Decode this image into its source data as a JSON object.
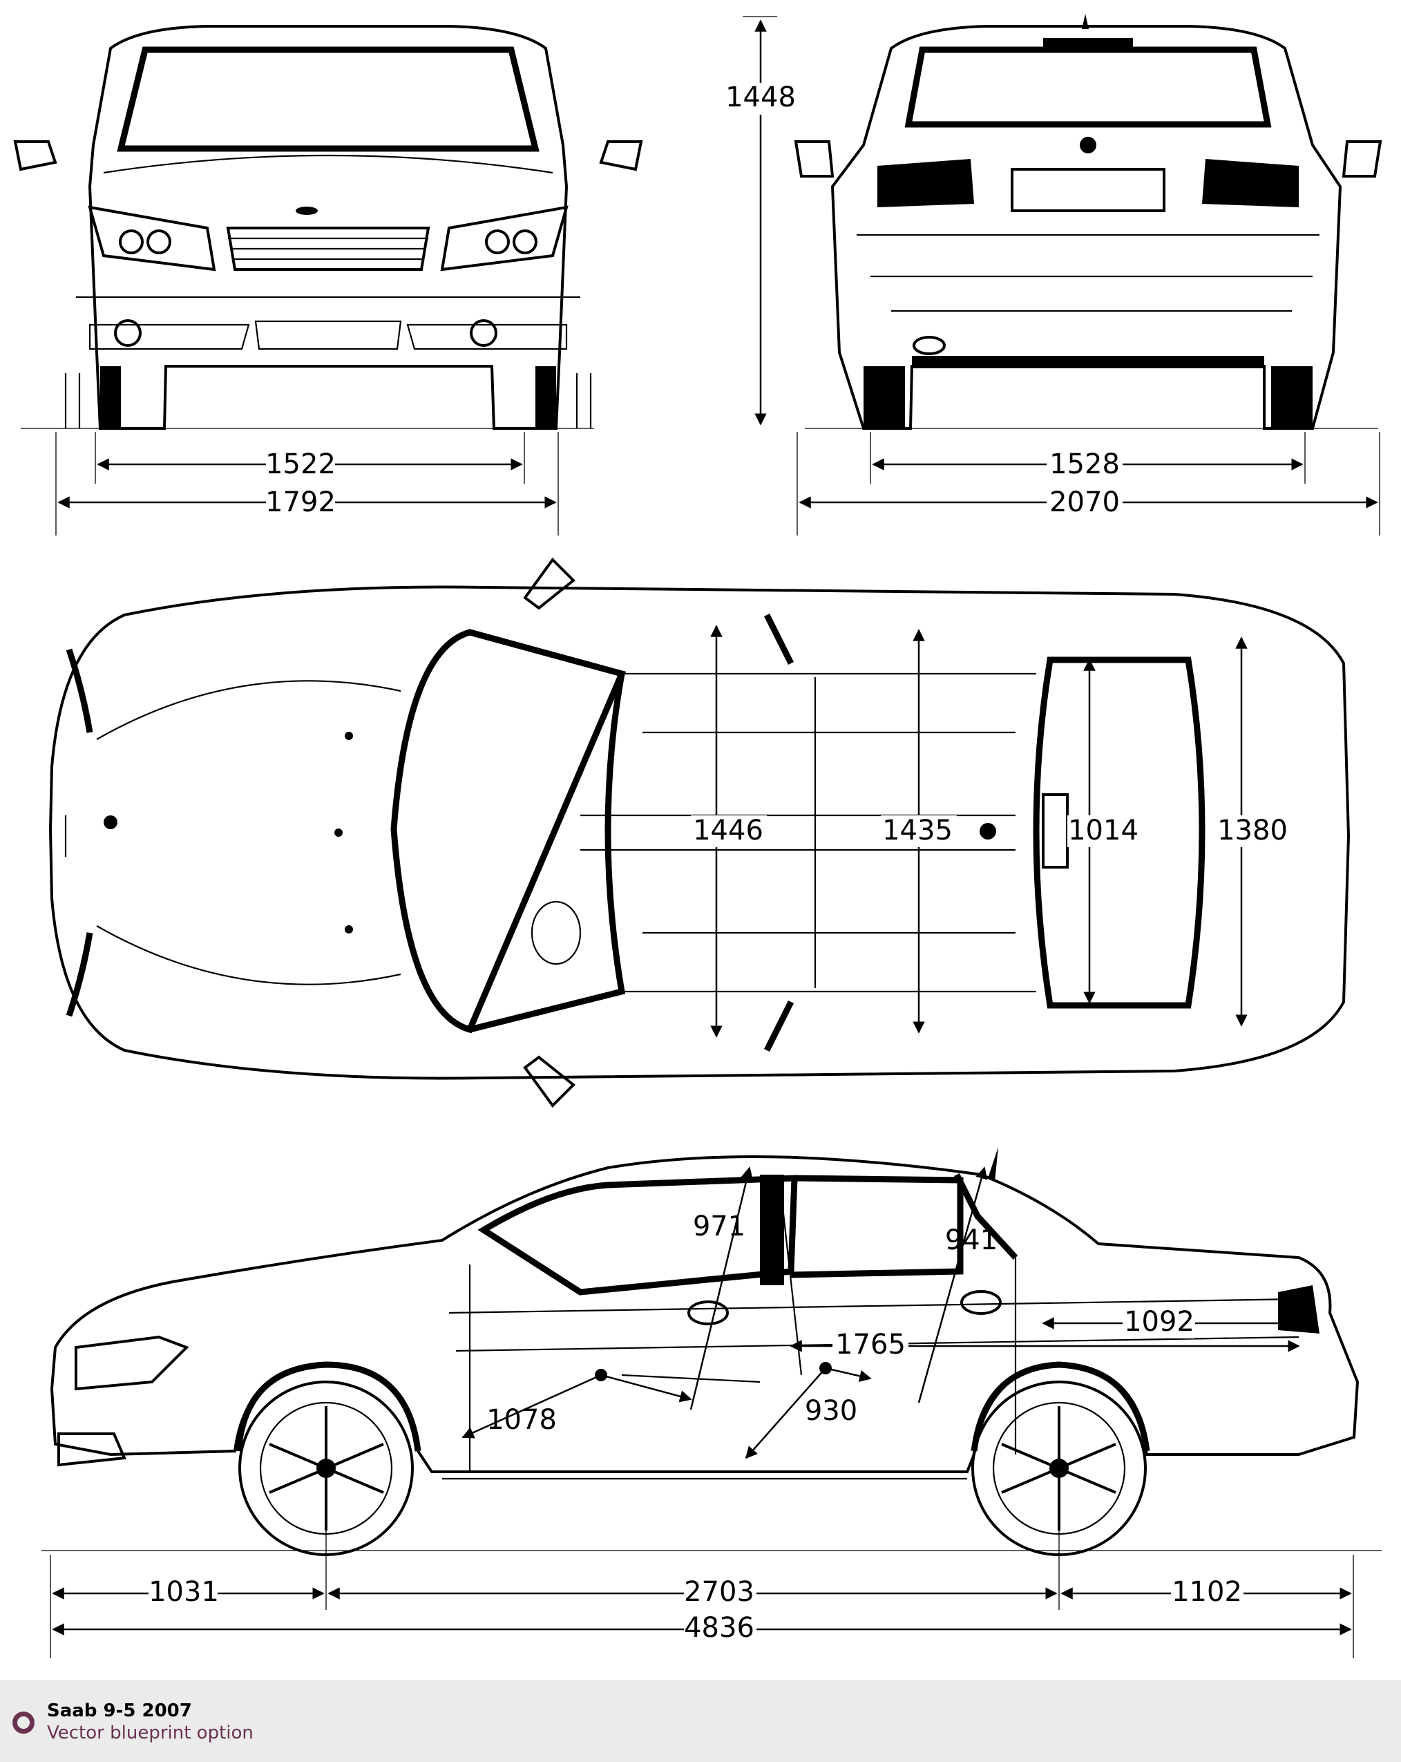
{
  "footer": {
    "title": "Saab 9-5 2007",
    "subtitle": "Vector blueprint option",
    "accent_color": "#6b3350",
    "background": "#ebebeb"
  },
  "front_view": {
    "track": "1522",
    "width": "1792"
  },
  "height": "1448",
  "rear_view": {
    "track": "1528",
    "width_with_mirrors": "2070"
  },
  "top_view": {
    "front_elbow_width": "1446",
    "rear_elbow_width": "1435",
    "trunk_opening_width": "1014",
    "trunk_width": "1380"
  },
  "side_view": {
    "front_headroom": "971",
    "rear_headroom": "941",
    "trunk_length": "1092",
    "interior_length": "1765",
    "rear_legroom": "930",
    "front_legroom": "1078",
    "front_overhang": "1031",
    "wheelbase": "2703",
    "rear_overhang": "1102",
    "length": "4836"
  }
}
